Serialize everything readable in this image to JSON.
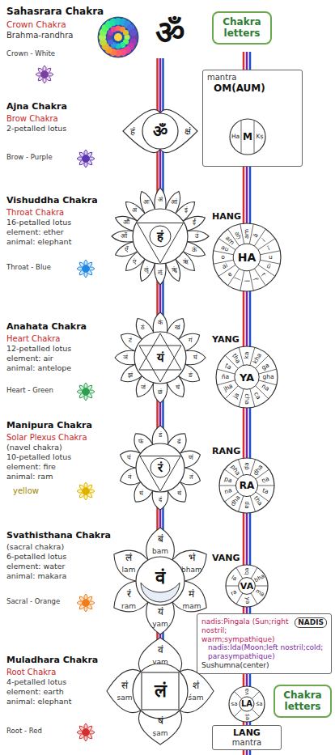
{
  "diagram": {
    "nodes": [
      {
        "text": [
          "Chakra letters"
        ]
      },
      {
        "text": [
          "mantra",
          "OM(AUM)"
        ]
      },
      {
        "text": [
          "M",
          "Ha",
          "Kṣ"
        ],
        "in": 1
      },
      {
        "text": [
          "ॐ",
          "हं",
          "क्षं"
        ]
      },
      {
        "text": [
          "हं",
          "अं",
          "आं",
          "इं",
          "ईं",
          "उं",
          "ऊं",
          "ऋं",
          "ॠं",
          "ऌं",
          "ॡं",
          "एं",
          "ऐं",
          "ओं",
          "औं",
          "अं",
          "अः"
        ]
      },
      {
        "text": [
          "HANG",
          "HA",
          "am",
          "ā",
          "i",
          "ī",
          "u",
          "ū",
          "ṛ",
          "ṝ",
          "ḷ",
          "ḹ",
          "e",
          "ai",
          "o",
          "au",
          "aṃ",
          "aḥ"
        ]
      },
      {
        "text": [
          "यं",
          "कं",
          "खं",
          "गं",
          "घं",
          "ङं",
          "चं",
          "छं",
          "जं",
          "झं",
          "ञं",
          "टं",
          "ठं"
        ]
      },
      {
        "text": [
          "YANG",
          "YA",
          "ka",
          "kha",
          "ga",
          "gha",
          "ṅa",
          "ca",
          "cha",
          "ja",
          "jha",
          "ña",
          "ṭa",
          "ṭha"
        ]
      },
      {
        "text": [
          "रं",
          "डं",
          "ढं",
          "णं",
          "तं",
          "थं",
          "दं",
          "धं",
          "नं",
          "पं",
          "फं"
        ]
      },
      {
        "text": [
          "RANG",
          "RA",
          "ḍa",
          "ḍha",
          "ṇa",
          "ta",
          "tha",
          "da",
          "dha",
          "na",
          "pa",
          "pha"
        ]
      },
      {
        "text": [
          "वं",
          "बं",
          "bam",
          "भं",
          "bham",
          "मं",
          "mam",
          "यं",
          "yam",
          "रं",
          "ram",
          "लं",
          "lam"
        ]
      },
      {
        "text": [
          "VANG",
          "VA",
          "ba",
          "bha",
          "ma",
          "ya",
          "ra",
          "la"
        ]
      },
      {
        "text": [
          "NADIS",
          "nadis:Pingala (Sun;right nostril; warm;sympathique)",
          "nadis:Ida(Moon;left nostril;cold; parasympathique)",
          "Sushumna(center)"
        ]
      },
      {
        "text": [
          "लं",
          "वं",
          "vam",
          "शं",
          "śam",
          "षं",
          "ṣam",
          "सं",
          "sam"
        ]
      },
      {
        "text": [
          "LA",
          "va",
          "śa",
          "ṣa",
          "sa"
        ]
      },
      {
        "text": [
          "Chakra letters"
        ]
      },
      {
        "text": [
          "LANG",
          "mantra"
        ]
      }
    ],
    "labels": [
      "Sahasrara Chakra",
      "Crown Chakra",
      "Brahma-randhra",
      "ॐ",
      "Crown - White",
      "Ajna Chakra",
      "Brow Chakra",
      "2-petalled lotus",
      "Brow - Purple",
      "Vishuddha Chakra",
      "Throat Chakra",
      "16-petalled lotus",
      "element: ether",
      "animal: elephant",
      "Throat - Blue",
      "Anahata Chakra",
      "Heart Chakra",
      "12-petalled lotus",
      "element: air",
      "animal: antelope",
      "Heart - Green",
      "Manipura Chakra",
      "Solar Plexus Chakra",
      "(navel chakra)",
      "10-petalled lotus",
      "element: fire",
      "animal: ram",
      "yellow",
      "Svathisthana Chakra",
      "(sacral chakra)",
      "6-petalled lotus",
      "element: water",
      "animal: makara",
      "Sacral - Orange",
      "Muladhara Chakra",
      "Root Chakra",
      "4-petalled lotus",
      "element: earth",
      "animal: elephant",
      "Root - Red"
    ]
  }
}
